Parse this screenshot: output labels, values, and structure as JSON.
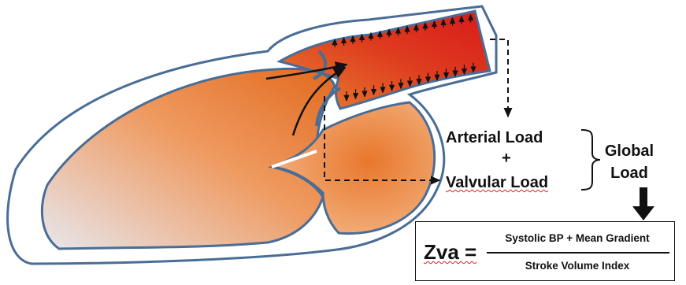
{
  "labels": {
    "arterial_load": "Arterial Load",
    "plus": "+",
    "valvular_load": "Valvular Load",
    "global_line1": "Global",
    "global_line2": "Load"
  },
  "formula": {
    "lhs": "Zva =",
    "numerator": "Systolic BP + Mean Gradient",
    "denominator": "Stroke Volume Index"
  },
  "colors": {
    "outline": "#4a6d96",
    "aorta_red": "#dd2222",
    "ventricle_orange": "#e8762a",
    "apex_gray": "#e6e6ec"
  }
}
